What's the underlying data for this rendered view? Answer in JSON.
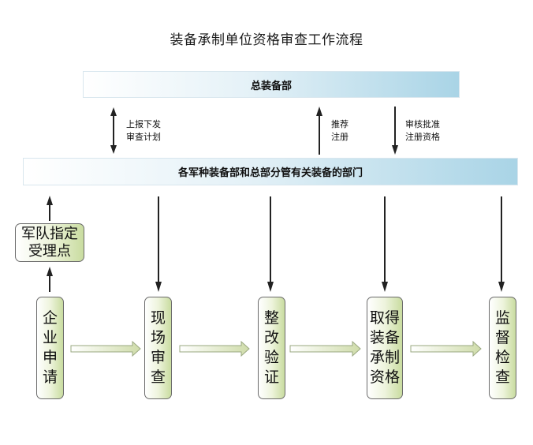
{
  "title": "装备承制单位资格审查工作流程",
  "top_dept": {
    "label": "总装备部"
  },
  "mid_dept": {
    "label": "各军种装备部和总部分管有关装备的部门"
  },
  "reception_point": {
    "label": "军队指定受理点"
  },
  "connector_labels": {
    "report_issue": [
      "上报下发",
      "审查计划"
    ],
    "recommend": [
      "推荐",
      "注册"
    ],
    "approve": [
      "审核批准",
      "注册资格"
    ]
  },
  "steps": [
    {
      "id": "enterprise-application",
      "label": "企业申请"
    },
    {
      "id": "onsite-review",
      "label": "现场审查"
    },
    {
      "id": "rectification",
      "label": "整改验证"
    },
    {
      "id": "obtain-qualification",
      "label": "取得装备承制资格"
    },
    {
      "id": "supervision",
      "label": "监督检查"
    }
  ],
  "colors": {
    "dept_bar_gradient_end": "#a9d4e6",
    "step_box_gradient_end": "#c9dca0",
    "arrow": "#222222",
    "flow_arrow_fill": "#cfdcaa"
  }
}
